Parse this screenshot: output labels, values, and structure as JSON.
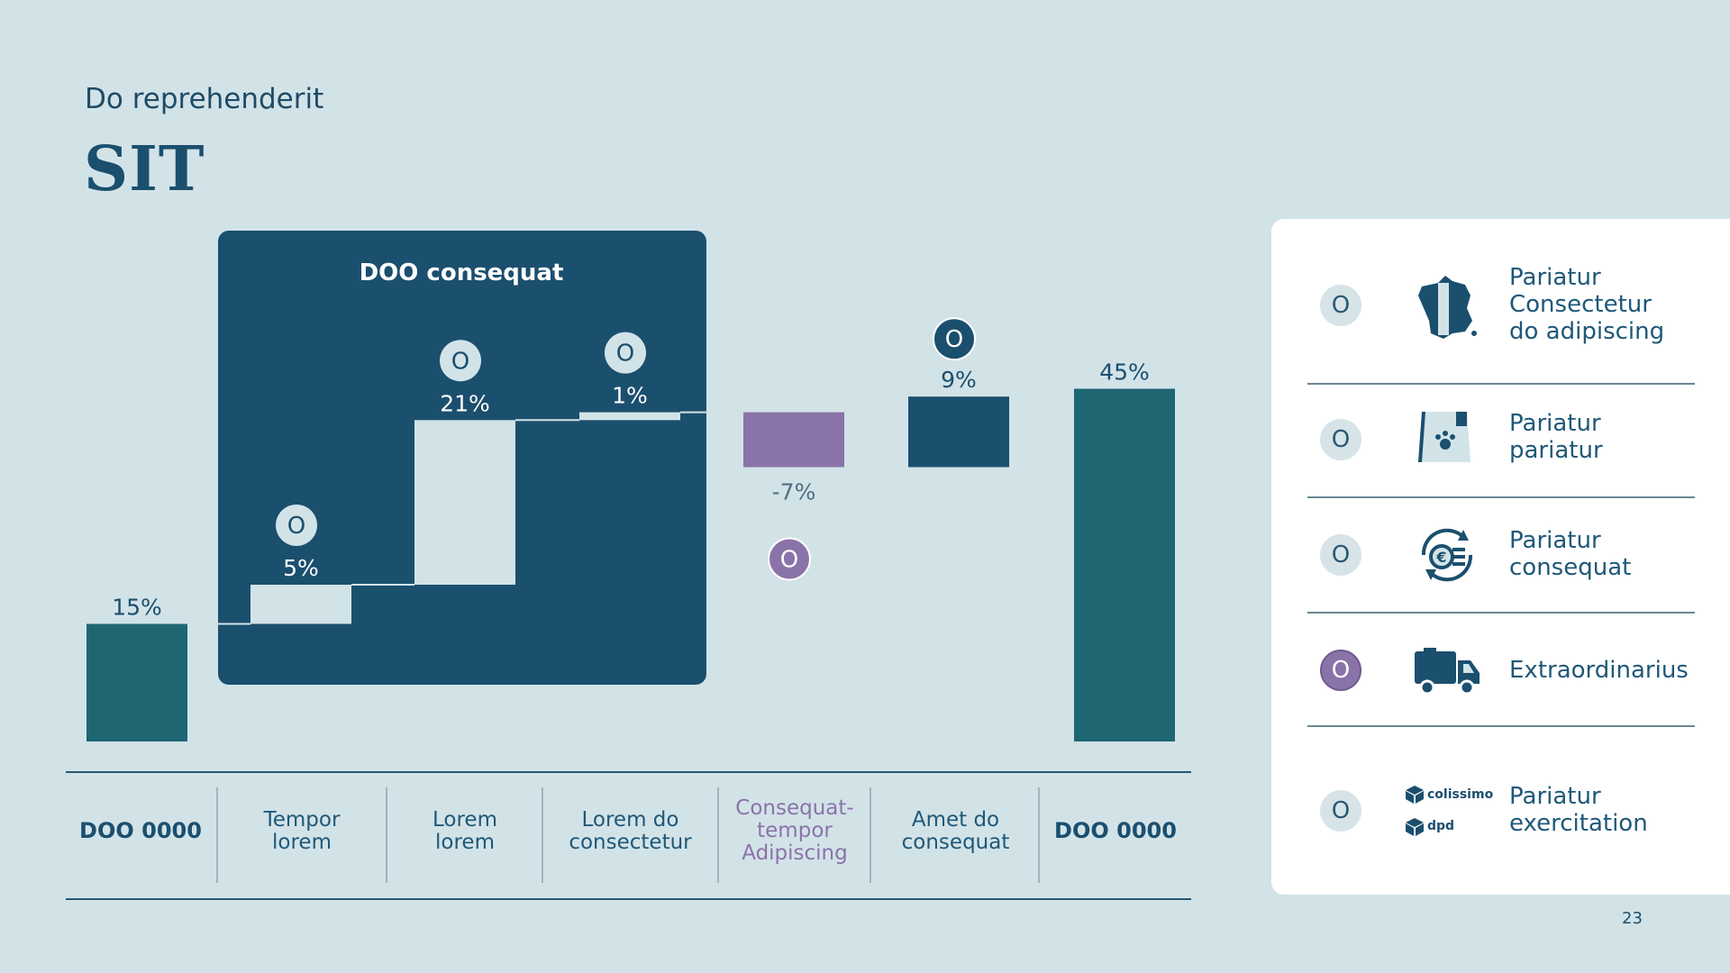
{
  "slide": {
    "subtitle": "Do reprehenderit",
    "title": "SIT",
    "page_number": "23"
  },
  "chart_data": {
    "type": "waterfall",
    "group_label": "DOO consequat",
    "categories": [
      "DOO 0000",
      "Tempor lorem",
      "Lorem lorem",
      "Lorem do consectetur",
      "Consequat-tempor Adipiscing",
      "Amet do consequat",
      "DOO 0000"
    ],
    "steps": [
      {
        "category": "DOO 0000",
        "kind": "total",
        "value": 15,
        "label": "15%",
        "badge": ""
      },
      {
        "category": "Tempor lorem",
        "kind": "delta",
        "value": 5,
        "label": "5%",
        "badge": "O"
      },
      {
        "category": "Lorem lorem",
        "kind": "delta",
        "value": 21,
        "label": "21%",
        "badge": "O"
      },
      {
        "category": "Lorem do consectetur",
        "kind": "delta",
        "value": 1,
        "label": "1%",
        "badge": "O"
      },
      {
        "category": "Consequat-tempor Adipiscing",
        "kind": "delta",
        "value": -7,
        "label": "-7%",
        "badge": "O"
      },
      {
        "category": "Amet do consequat",
        "kind": "delta",
        "value": 9,
        "label": "9%",
        "badge": "O"
      },
      {
        "category": "DOO 0000",
        "kind": "total",
        "value": 45,
        "label": "45%",
        "badge": ""
      }
    ],
    "colors": {
      "total": "#1f6673",
      "group_box": "#1b4f6e",
      "group_delta": "#d2e3e8",
      "negative": "#8a73a8",
      "positive": "#1b4f6e"
    }
  },
  "table": {
    "cells": [
      {
        "lines": [
          "DOO 0000"
        ]
      },
      {
        "lines": [
          "Tempor",
          "lorem"
        ]
      },
      {
        "lines": [
          "Lorem",
          "lorem"
        ]
      },
      {
        "lines": [
          "Lorem do",
          "consectetur"
        ]
      },
      {
        "lines": [
          "Consequat-",
          "tempor",
          "Adipiscing"
        ]
      },
      {
        "lines": [
          "Amet do",
          "consequat"
        ]
      },
      {
        "lines": [
          "DOO 0000"
        ]
      }
    ]
  },
  "legend_panel": {
    "rows": [
      {
        "badge": "O",
        "icon": "france-map-icon",
        "lines": [
          "Pariatur",
          "Consectetur",
          "do adipiscing"
        ]
      },
      {
        "badge": "O",
        "icon": "pet-food-bag-icon",
        "lines": [
          "Pariatur",
          "pariatur"
        ]
      },
      {
        "badge": "O",
        "icon": "euro-refresh-icon",
        "lines": [
          "Pariatur",
          "consequat"
        ]
      },
      {
        "badge": "O",
        "icon": "delivery-truck-icon",
        "lines": [
          "Extraordinarius"
        ]
      },
      {
        "badge": "O",
        "icon": "parcel-carriers-icon",
        "carriers": [
          "colissimo",
          "dpd"
        ],
        "lines": [
          "Pariatur",
          "exercitation"
        ]
      }
    ]
  }
}
